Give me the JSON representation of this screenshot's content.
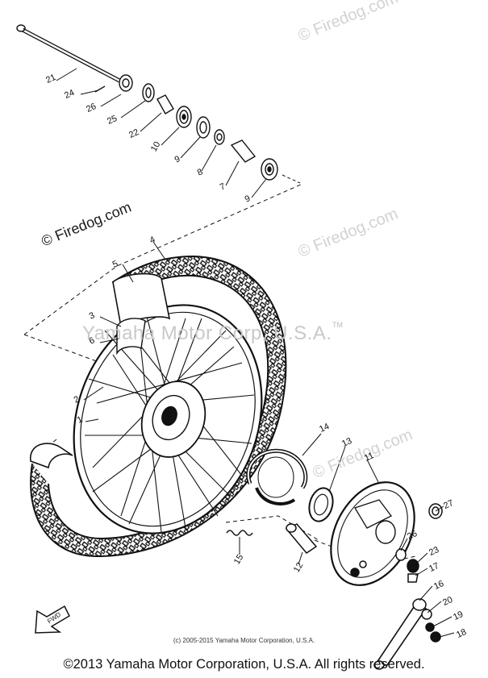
{
  "watermarks": {
    "top_right": "© Firedog.com",
    "main": "© Firedog.com",
    "right": "© Firedog.com",
    "mid_right": "© Firedog.com",
    "corp": "Yamaha Motor Corp, U.S.A.",
    "tm": "TM"
  },
  "callouts": [
    "21",
    "24",
    "26",
    "25",
    "22",
    "10",
    "9",
    "8",
    "7",
    "9",
    "4",
    "5",
    "3",
    "6",
    "2",
    "1",
    "14",
    "13",
    "11",
    "27",
    "26",
    "23",
    "17",
    "16",
    "15",
    "12",
    "20",
    "19",
    "18"
  ],
  "fwd_label": "FWD",
  "fine_print": "(c) 2005-2015 Yamaha Motor Corporation, U.S.A.",
  "footer": "©2013 Yamaha Motor Corporation, U.S.A. All rights reserved."
}
